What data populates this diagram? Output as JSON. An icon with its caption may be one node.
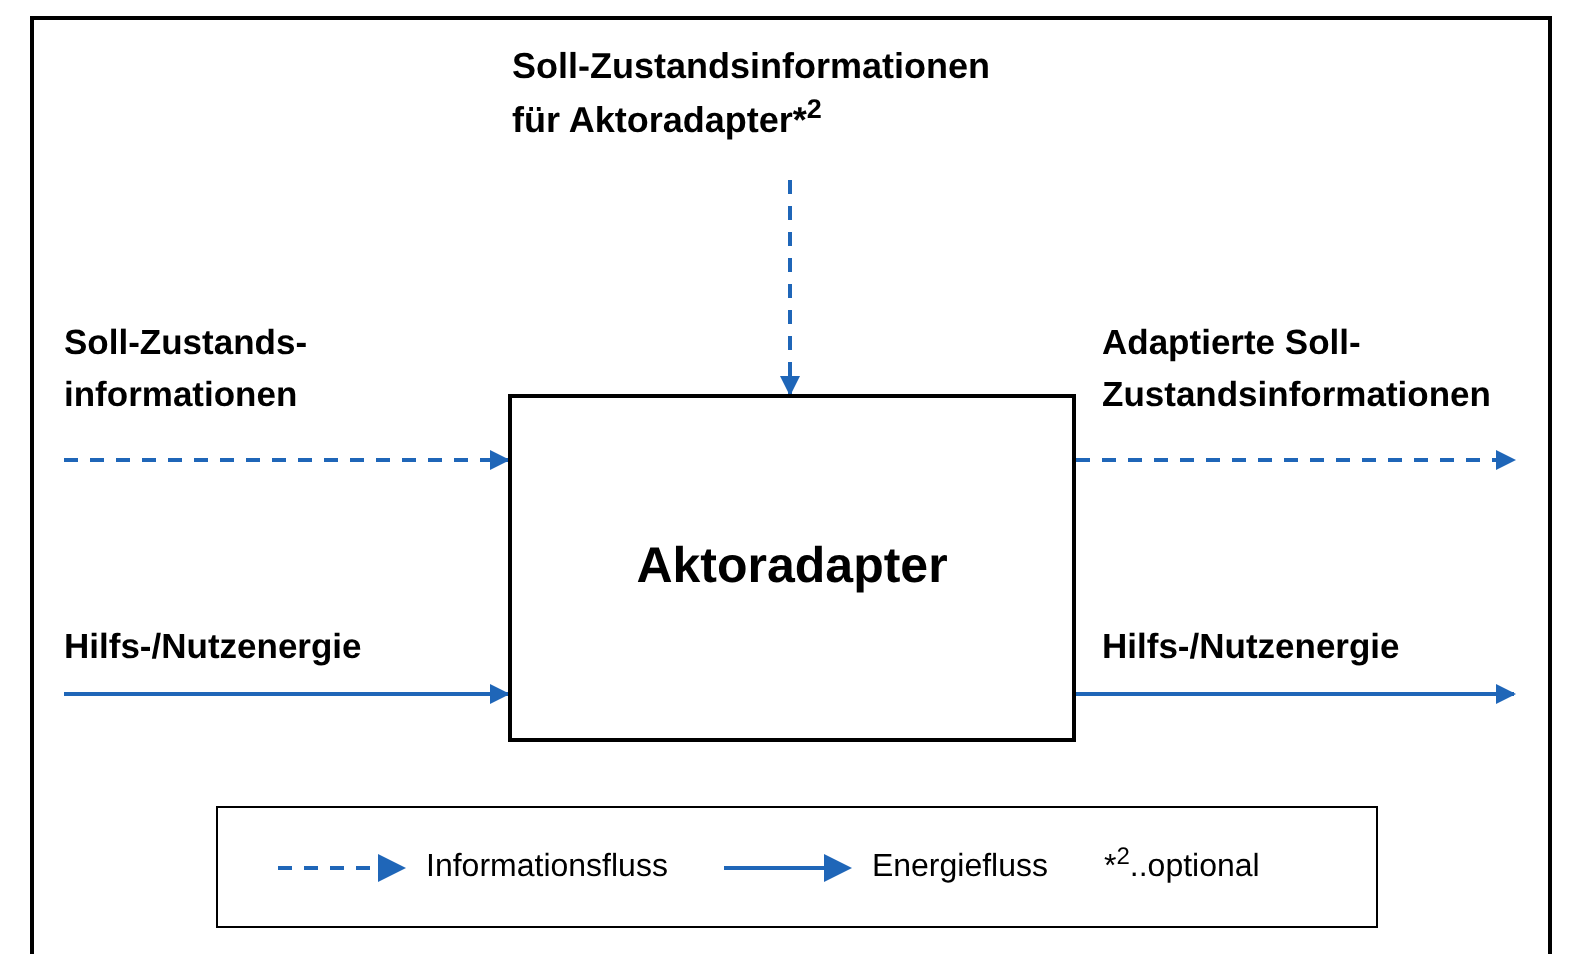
{
  "diagram": {
    "nodes": [
      {
        "text": [
          "Aktoradapter"
        ]
      },
      {
        "text": [
          "Soll-Zustandsinformationen für Aktoradapter*$^{2}$"
        ]
      }
    ],
    "edges": [
      {
        "from": 1,
        "to": 0,
        "arrow": "to",
        "style": "dashed"
      },
      {
        "from": null,
        "to": 0,
        "arrow": "to",
        "style": "dashed",
        "label": "Soll-Zustands- informationen"
      },
      {
        "from": null,
        "to": 0,
        "arrow": "to",
        "label": "Hilfs-/Nutzenergie"
      },
      {
        "from": 0,
        "to": null,
        "arrow": "to",
        "style": "dashed",
        "label": "Adaptierte Soll- Zustandsinformationen"
      },
      {
        "from": 0,
        "to": null,
        "arrow": "to",
        "label": "Hilfs-/Nutzenergie"
      }
    ],
    "labels": [
      "*$^{2}$..optional"
    ],
    "legend": [
      {
        "text": "Informationsfluss"
      },
      {
        "text": "Energiefluss"
      }
    ]
  }
}
